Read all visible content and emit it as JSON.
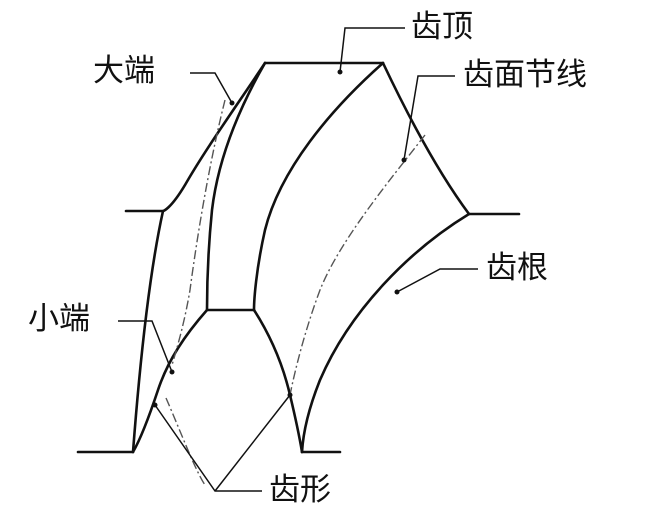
{
  "labels": {
    "big_end": "大端",
    "tooth_top": "齿顶",
    "pitch_line": "齿面节线",
    "small_end": "小端",
    "tooth_root": "齿根",
    "tooth_profile": "齿形"
  },
  "colors": {
    "line": "#111111",
    "pitch_line": "#555555",
    "background": "#ffffff"
  }
}
